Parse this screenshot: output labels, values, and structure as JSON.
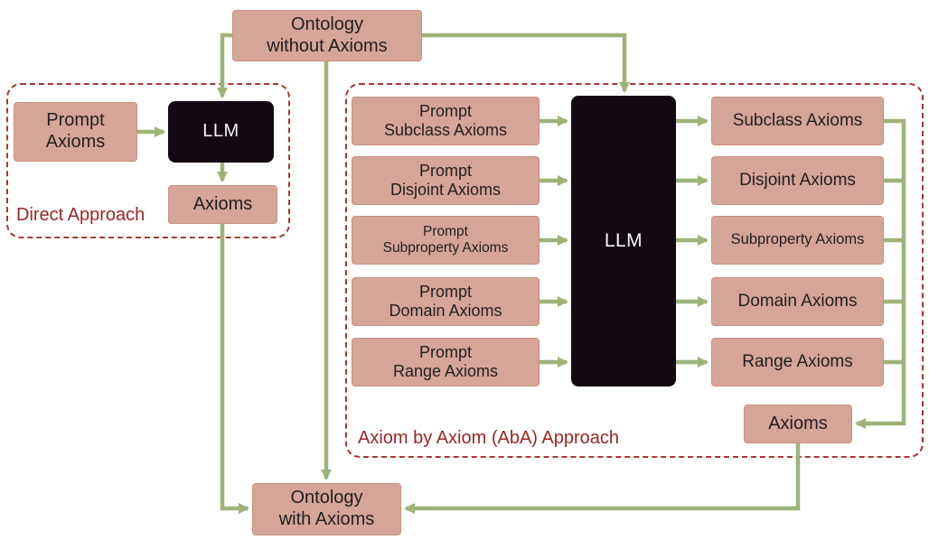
{
  "diagram": {
    "top_node": {
      "line1": "Ontology",
      "line2": "without Axioms"
    },
    "bottom_node": {
      "line1": "Ontology",
      "line2": "with Axioms"
    },
    "direct": {
      "group_label": "Direct Approach",
      "prompt": {
        "line1": "Prompt",
        "line2": "Axioms"
      },
      "llm": "LLM",
      "output": "Axioms"
    },
    "aba": {
      "group_label": "Axiom by Axiom (AbA) Approach",
      "llm": "LLM",
      "prompts": [
        {
          "line1": "Prompt",
          "line2": "Subclass Axioms"
        },
        {
          "line1": "Prompt",
          "line2": "Disjoint Axioms"
        },
        {
          "line1": "Prompt",
          "line2": "Subproperty Axioms"
        },
        {
          "line1": "Prompt",
          "line2": "Domain Axioms"
        },
        {
          "line1": "Prompt",
          "line2": "Range Axioms"
        }
      ],
      "outputs": [
        "Subclass Axioms",
        "Disjoint Axioms",
        "Subproperty Axioms",
        "Domain Axioms",
        "Range Axioms"
      ],
      "final_output": "Axioms"
    },
    "colors": {
      "node_fill": "#d5a597",
      "node_border": "#c69080",
      "llm_fill": "#130913",
      "arrow_green": "#9eb377",
      "accent_red": "#9b2723",
      "dashed_red": "#ab3732",
      "text_dark": "#211f1f"
    }
  }
}
